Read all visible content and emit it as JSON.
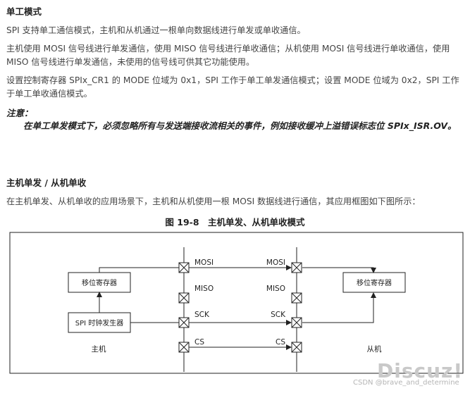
{
  "heading1": "单工模式",
  "para1": "SPI 支持单工通信模式，主机和从机通过一根单向数据线进行单发或单收通信。",
  "para2": "主机使用 MOSI 信号线进行单发通信，使用 MISO 信号线进行单收通信；从机使用 MOSI 信号线进行单收通信，使用 MISO 信号线进行单发通信，未使用的信号线可供其它功能使用。",
  "para3": "设置控制寄存器 SPIx_CR1 的 MODE 位域为 0x1，SPI 工作于单工单发通信模式；设置 MODE 位域为 0x2，SPI 工作于单工单收通信模式。",
  "note_label": "注意：",
  "note_text": "在单工单发模式下，必须忽略所有与发送端接收流相关的事件，例如接收缓冲上溢错误标志位 SPIx_ISR.OV。",
  "heading2": "主机单发 / 从机单收",
  "para4": "在主机单发、从机单收的应用场景下，主机和从机使用一根 MOSI 数据线进行通信，其应用框图如下图所示：",
  "figure_caption": "图 19-8　主机单发、从机单收模式",
  "diagram": {
    "master_shift_reg": "移位寄存器",
    "clock_gen": "SPI 时钟发生器",
    "slave_shift_reg": "移位寄存器",
    "master_label": "主机",
    "slave_label": "从机",
    "mosi_left": "MOSI",
    "miso_left": "MISO",
    "sck_left": "SCK",
    "cs_left": "CS",
    "mosi_right": "MOSI",
    "miso_right": "MISO",
    "sck_right": "SCK",
    "cs_right": "CS"
  },
  "watermark_csdn": "CSDN @brave_and_determine",
  "watermark_discuz": "Discuz!"
}
